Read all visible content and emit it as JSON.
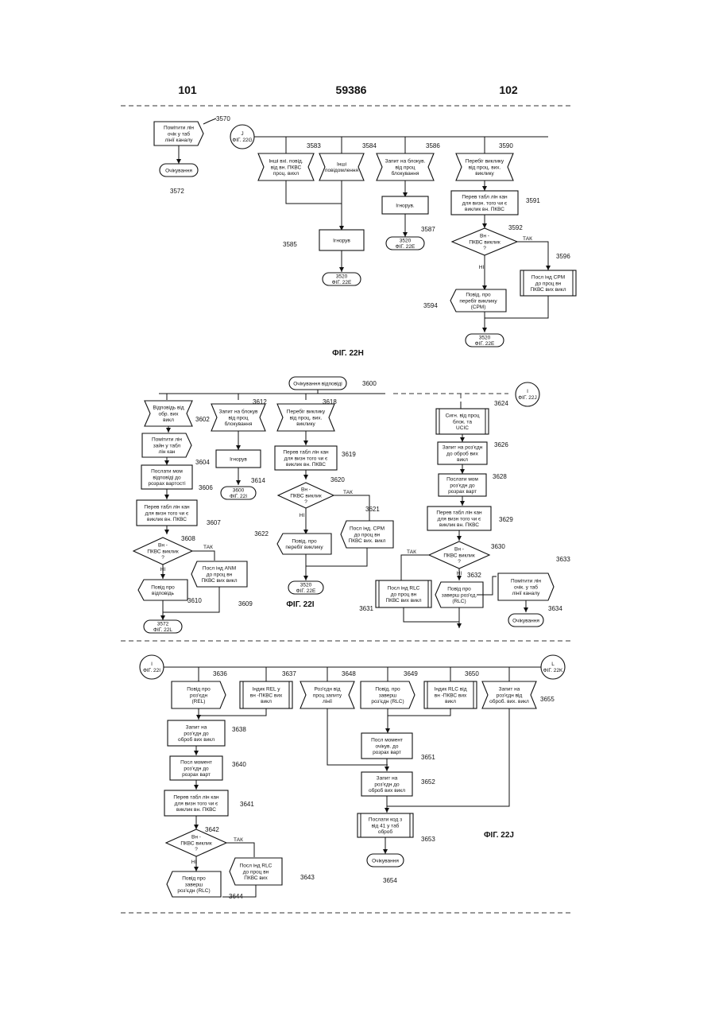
{
  "header": {
    "left": "101",
    "center": "59386",
    "right": "102"
  },
  "figures": {
    "h": "ФІГ. 22H",
    "i": "ФІГ. 22I",
    "j": "ФІГ. 22J"
  },
  "connectors": {
    "j_22g": [
      "J",
      "ФІГ. 22G"
    ],
    "i_22j": [
      "I",
      "ФІГ. 22J"
    ],
    "i_22i": [
      "I",
      "ФІГ. 22I"
    ],
    "l_22k": [
      "L",
      "ФІГ. 22K"
    ]
  },
  "nodes": {
    "n3570": [
      "Помітити лін",
      "очік у таб",
      "лінії каналу"
    ],
    "n3572": [
      "Очікування"
    ],
    "n3583": [
      "Інші вхі. повід.",
      "від вн. ПКВС",
      "проц. вихл"
    ],
    "n3584": [
      "Інші",
      "повідомлення"
    ],
    "n3586": [
      "Запит на блокув.",
      "від проц",
      "блокування"
    ],
    "n3587": [
      "Ігнорув."
    ],
    "n3585": [
      "Ігнорув"
    ],
    "n3520a": [
      "3520",
      "ФІГ. 22E"
    ],
    "n3520b": [
      "3520",
      "ФІГ. 22E"
    ],
    "n3590": [
      "Перебіг виклику",
      "від проц. вих.",
      "виклику"
    ],
    "n3591": [
      "Перев табл лін кан",
      "для визн. того чи є",
      "виклик вн. ПКВС"
    ],
    "n3592": [
      "Вн -",
      "ПКВС виклик",
      "?"
    ],
    "n3596": [
      "Посл інд CPM",
      "до проц вн",
      "ПКВС вих викл"
    ],
    "n3594": [
      "Повід. про",
      "перебіг виклику",
      "(CPM)"
    ],
    "n3520c": [
      "3520",
      "ФІГ. 22E"
    ],
    "n3600": [
      "Очікування відповіді"
    ],
    "n3602": [
      "Відповідь від",
      "обр. вих",
      "викл"
    ],
    "n3604": [
      "Помітити лін",
      "зайн у табл",
      "лін кан"
    ],
    "n3606": [
      "Послати мом",
      "відповіді до",
      "розрах вартості"
    ],
    "n3607": [
      "Перев табл лін кан",
      "для визн того чи є",
      "виклик вн. ПКВС"
    ],
    "n3608": [
      "Вн -",
      "ПКВС виклик",
      "?"
    ],
    "n3609": [
      "Посл інд ANM",
      "до проц вн",
      "ПКВС вих викл"
    ],
    "n3610": [
      "Повід про",
      "відповідь"
    ],
    "n3572b": [
      "3572",
      "ФІГ. 22L"
    ],
    "n3612": [
      "Запит на блокув",
      "від проц",
      "блокування"
    ],
    "n3614": [
      "Ігнорув"
    ],
    "n3600b": [
      "3600",
      "ФІГ. 22I"
    ],
    "n3618": [
      "Перебіг виклику",
      "від проц. вих.",
      "виклику"
    ],
    "n3619": [
      "Перев табл лін кан",
      "для визн того чи є",
      "виклик вн. ПКВС"
    ],
    "n3620": [
      "Вн -",
      "ПКВС виклик",
      "?"
    ],
    "n3621": [
      "Посл інд. CPM",
      "до проц вн",
      "ПКВС вих. викл"
    ],
    "n3622": [
      "Повід. про",
      "перебіг виклику"
    ],
    "n3520d": [
      "3520",
      "ФІГ. 22E"
    ],
    "n3624": [
      "Сигн. від проц",
      "блок. та",
      "UCIC"
    ],
    "n3626": [
      "Запит на роз'єдн",
      "до оброб вих",
      "викл"
    ],
    "n3628": [
      "Послати мом",
      "роз'єдн до",
      "розрах варт"
    ],
    "n3629": [
      "Перев табл лін кан",
      "для визн того чи є",
      "виклик вн. ПКВС"
    ],
    "n3630": [
      "Вн -",
      "ПКВС виклик",
      "?"
    ],
    "n3631": [
      "Посл інд RLC",
      "до проц вн",
      "ПКВС вих викл"
    ],
    "n3632": [
      "Повід про",
      "заверш роз'єд.",
      "(RLC)"
    ],
    "n3633": [
      "Помітити лін",
      "очік. у таб",
      "лінії каналу"
    ],
    "n3634": [
      "Очікування"
    ],
    "n3636": [
      "Повід про",
      "роз'єдн",
      "(REL)"
    ],
    "n3637": [
      "Індик REL у",
      "вн -ПКВС вих",
      "викл"
    ],
    "n3648": [
      "Роз'єдн від",
      "проц запиту",
      "лінії"
    ],
    "n3649": [
      "Повід. про",
      "заверш",
      "роз'єдн (RLC)"
    ],
    "n3650": [
      "Індик RLC від",
      "вн -ПКВС вих",
      "викл"
    ],
    "n3655": [
      "Запит на",
      "роз'єдн від",
      "оброб. вих. викл"
    ],
    "n3638": [
      "Запит на",
      "роз'єдн до",
      "оброб вих викл"
    ],
    "n3640": [
      "Посл момент",
      "роз'єдн до",
      "розрах варт"
    ],
    "n3641": [
      "Перев табл лін кан",
      "для визн того чи є",
      "виклик вн. ПКВС"
    ],
    "n3642": [
      "Вн -",
      "ПКВС виклик",
      "?"
    ],
    "n3643": [
      "Посл інд RLC",
      "до проц вн",
      "ПКВС вих"
    ],
    "n3644": [
      "Повід про",
      "заверш",
      "роз'єдн (RLC)"
    ],
    "n3651": [
      "Посл момент",
      "очікув. до",
      "розрах варт"
    ],
    "n3652": [
      "Запит на",
      "роз'єдн до",
      "оброб вих викл"
    ],
    "n3653": [
      "Послати код з",
      "від 41 у таб",
      "оброб"
    ],
    "n3654": [
      "Очікування"
    ]
  },
  "labels": {
    "yes": "ТАК",
    "no": "НІ"
  },
  "refs": [
    "3570",
    "3572",
    "3583",
    "3584",
    "3586",
    "3587",
    "3585",
    "3590",
    "3591",
    "3592",
    "3596",
    "3594",
    "3600",
    "3602",
    "3604",
    "3606",
    "3607",
    "3608",
    "3609",
    "3610",
    "3612",
    "3614",
    "3618",
    "3619",
    "3620",
    "3621",
    "3622",
    "3624",
    "3626",
    "3628",
    "3629",
    "3630",
    "3631",
    "3632",
    "3633",
    "3634",
    "3636",
    "3637",
    "3638",
    "3640",
    "3641",
    "3642",
    "3643",
    "3644",
    "3648",
    "3649",
    "3650",
    "3651",
    "3652",
    "3653",
    "3654",
    "3655"
  ]
}
